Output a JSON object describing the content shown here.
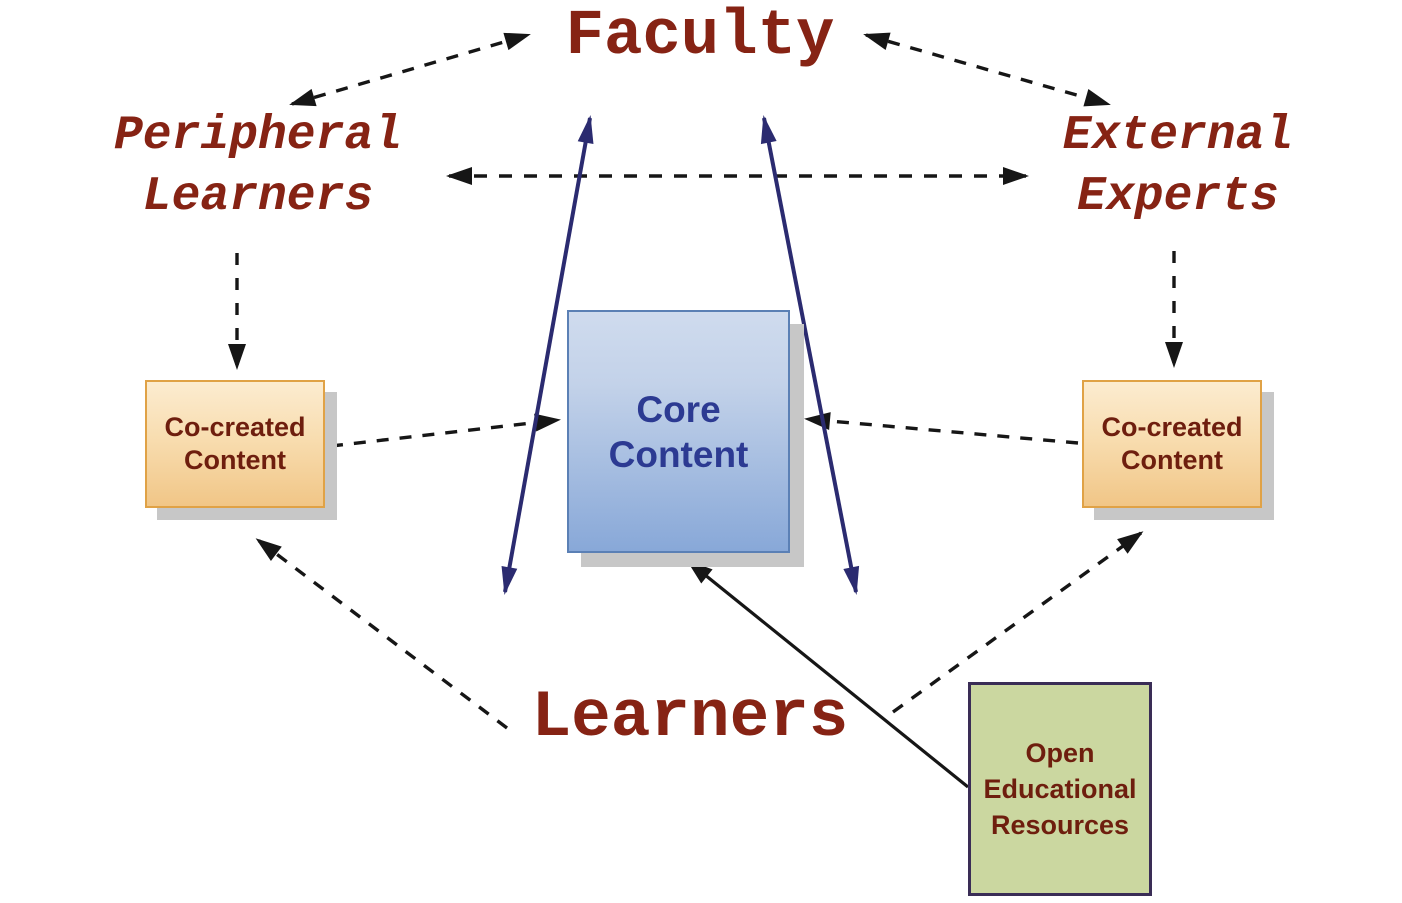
{
  "diagram": {
    "nodes": {
      "faculty": {
        "label": "Faculty"
      },
      "peripheral_learners": {
        "line1": "Peripheral",
        "line2": "Learners"
      },
      "external_experts": {
        "line1": "External",
        "line2": "Experts"
      },
      "learners": {
        "label": "Learners"
      },
      "core_content": {
        "line1": "Core",
        "line2": "Content"
      },
      "co_created_left": {
        "line1": "Co-created",
        "line2": "Content"
      },
      "co_created_right": {
        "line1": "Co-created",
        "line2": "Content"
      },
      "open_educational_resources": {
        "line1": "Open",
        "line2": "Educational",
        "line3": "Resources"
      }
    },
    "connections": [
      {
        "from": "Faculty",
        "to": "Peripheral Learners",
        "style": "dashed",
        "bidirectional": true
      },
      {
        "from": "Faculty",
        "to": "External Experts",
        "style": "dashed",
        "bidirectional": true
      },
      {
        "from": "Peripheral Learners",
        "to": "External Experts",
        "style": "dashed",
        "bidirectional": true
      },
      {
        "from": "Peripheral Learners",
        "to": "Co-created Content (left)",
        "style": "dashed",
        "bidirectional": false
      },
      {
        "from": "External Experts",
        "to": "Co-created Content (right)",
        "style": "dashed",
        "bidirectional": false
      },
      {
        "from": "Co-created Content (left)",
        "to": "Core Content",
        "style": "dashed",
        "bidirectional": false
      },
      {
        "from": "Co-created Content (right)",
        "to": "Core Content",
        "style": "dashed",
        "bidirectional": false
      },
      {
        "from": "Learners",
        "to": "Co-created Content (left)",
        "style": "dashed",
        "bidirectional": false
      },
      {
        "from": "Learners",
        "to": "Co-created Content (right)",
        "style": "dashed",
        "bidirectional": false
      },
      {
        "from": "Learners",
        "to": "Faculty",
        "style": "solid-navy",
        "bidirectional": true,
        "note": "two parallel double-headed arrows flanking Core Content"
      },
      {
        "from": "Open Educational Resources",
        "to": "Core Content",
        "style": "solid-black",
        "bidirectional": false
      }
    ],
    "colors": {
      "heading_text": "#862314",
      "box_label_text": "#6e1e0e",
      "core_text": "#2c3a92",
      "core_fill_top": "#cfdbee",
      "core_fill_bottom": "#88a8d8",
      "core_border": "#5b80b5",
      "cocreated_fill_top": "#fcecd0",
      "cocreated_fill_bottom": "#f1c687",
      "cocreated_border": "#e0a246",
      "oer_fill": "#cbd7a0",
      "oer_border": "#3a2d56",
      "dashed_arrow": "#161616",
      "navy_arrow": "#2b2b70",
      "shadow": "#c7c7c7",
      "background": "#ffffff"
    }
  }
}
